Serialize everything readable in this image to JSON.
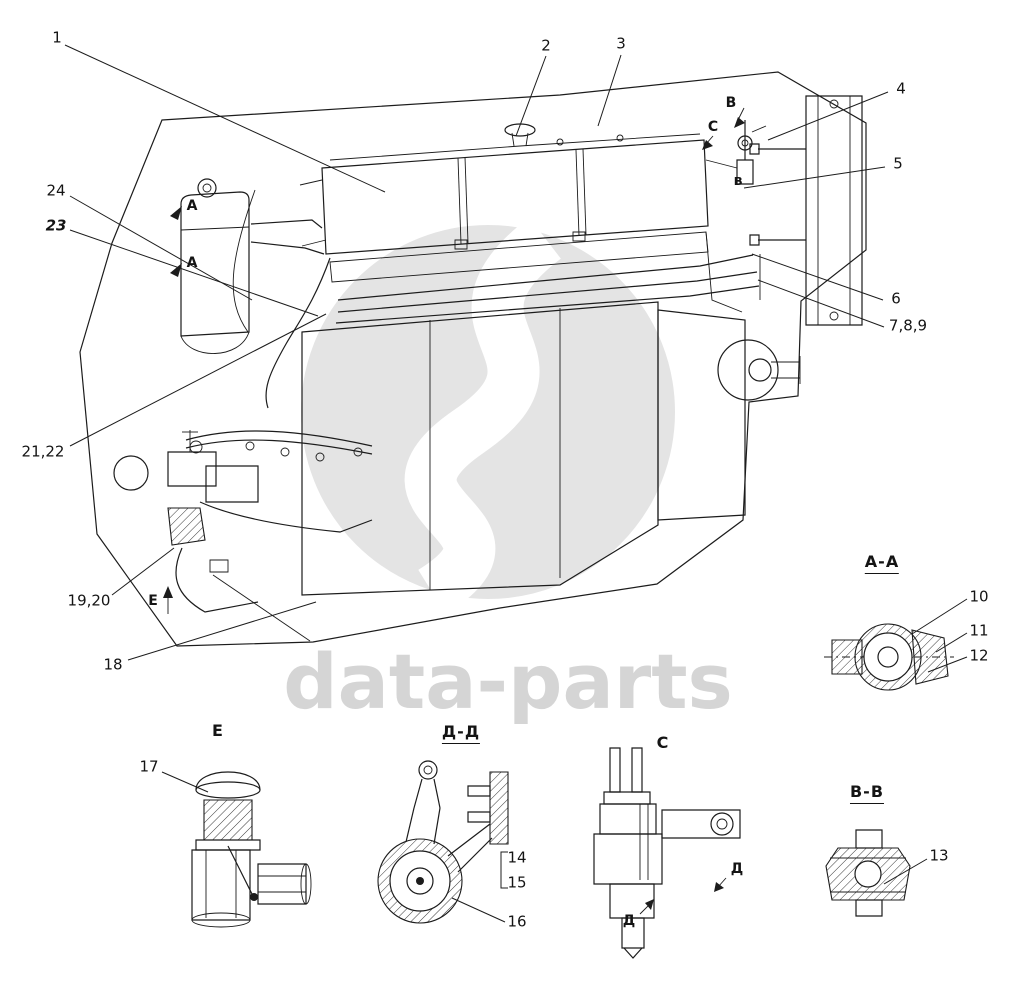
{
  "watermark": {
    "text": "data-parts",
    "text_color": "#d5d5d5",
    "logo_color": "#e4e4e4"
  },
  "colors": {
    "line": "#1c1c1c",
    "background": "#ffffff"
  },
  "callouts": [
    {
      "name": "callout-1",
      "label": "1"
    },
    {
      "name": "callout-2",
      "label": "2"
    },
    {
      "name": "callout-3",
      "label": "3"
    },
    {
      "name": "callout-4",
      "label": "4"
    },
    {
      "name": "callout-5",
      "label": "5"
    },
    {
      "name": "callout-6",
      "label": "6"
    },
    {
      "name": "callout-7-8-9",
      "label": "7,8,9"
    },
    {
      "name": "callout-24",
      "label": "24"
    },
    {
      "name": "callout-23",
      "label": "23"
    },
    {
      "name": "callout-21-22",
      "label": "21,22"
    },
    {
      "name": "callout-19-20",
      "label": "19,20"
    },
    {
      "name": "callout-18",
      "label": "18"
    },
    {
      "name": "callout-10",
      "label": "10"
    },
    {
      "name": "callout-11",
      "label": "11"
    },
    {
      "name": "callout-12",
      "label": "12"
    },
    {
      "name": "callout-13",
      "label": "13"
    },
    {
      "name": "callout-14",
      "label": "14"
    },
    {
      "name": "callout-15",
      "label": "15"
    },
    {
      "name": "callout-16",
      "label": "16"
    },
    {
      "name": "callout-17",
      "label": "17"
    }
  ],
  "section_labels": [
    {
      "name": "section-a-a",
      "label": "A-A"
    },
    {
      "name": "section-v-v",
      "label": "B-B"
    },
    {
      "name": "section-d-d",
      "label": "Д-Д"
    },
    {
      "name": "view-e",
      "label": "E"
    },
    {
      "name": "view-c",
      "label": "C"
    }
  ],
  "view_markers": [
    {
      "name": "marker-a-top",
      "label": "A"
    },
    {
      "name": "marker-a-bottom",
      "label": "A"
    },
    {
      "name": "marker-b",
      "label": "B"
    },
    {
      "name": "marker-c",
      "label": "C"
    },
    {
      "name": "marker-v-small",
      "label": "в"
    },
    {
      "name": "marker-e",
      "label": "E"
    },
    {
      "name": "marker-d-left",
      "label": "Д"
    },
    {
      "name": "marker-d-right",
      "label": "Д"
    }
  ]
}
